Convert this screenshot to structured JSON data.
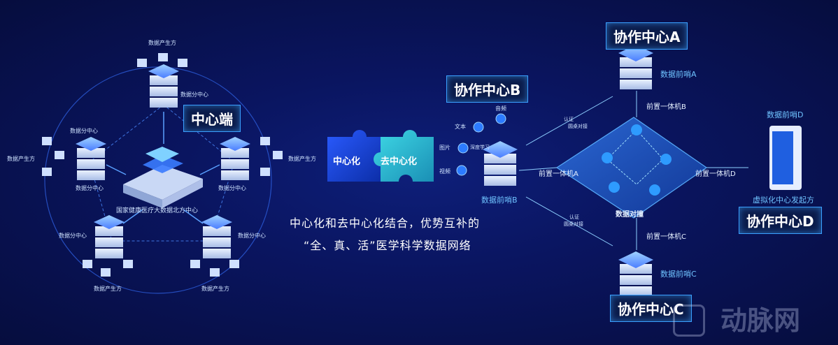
{
  "left": {
    "center_tag": "中心端",
    "center_node_label": "国家健康医疗大数据北方中心",
    "sub_center_label": "数据分中心",
    "producer_label": "数据产生方"
  },
  "middle": {
    "puzzle_left": "中心化",
    "puzzle_right": "去中心化",
    "caption_line1": "中心化和去中心化结合，优势互补的",
    "caption_line2": "“全、真、活”医学科学数据网络"
  },
  "right": {
    "tag_a": "协作中心A",
    "tag_b": "协作中心B",
    "tag_c": "协作中心C",
    "tag_d": "协作中心D",
    "sentinel_a": "数据前哨A",
    "sentinel_b": "数据前哨B",
    "sentinel_c": "数据前哨C",
    "sentinel_d": "数据前哨D",
    "frontend_a": "前置一体机A",
    "frontend_b": "前置一体机B",
    "frontend_c": "前置一体机C",
    "frontend_d": "前置一体机D",
    "data_docking": "数据对撞",
    "initiator": "虚拟化中心发起方",
    "media_audio": "音频",
    "media_text": "文本",
    "media_image": "图片",
    "media_deep": "深度学习",
    "media_video": "视频",
    "auth_1": "认证",
    "auth_2": "圆桌对接",
    "auth_3": "认证",
    "auth_4": "圆桌对接"
  },
  "watermark": "动脉网"
}
